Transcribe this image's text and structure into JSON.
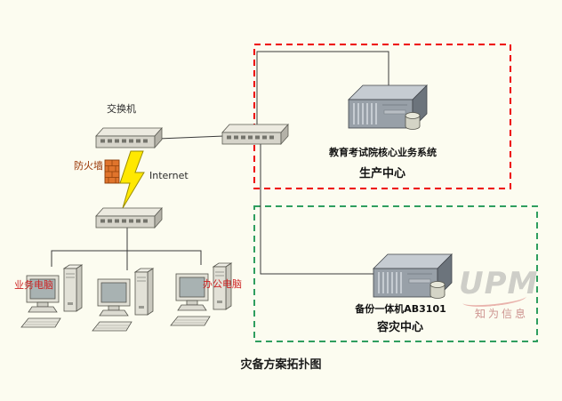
{
  "title": "灾备方案拓扑图",
  "network": {
    "switch_label": "交换机",
    "firewall_label": "防火墙",
    "internet_label": "Internet",
    "pc_business_label": "业务电脑",
    "pc_office_label": "办公电脑"
  },
  "production_zone": {
    "label": "生产中心",
    "server_label": "教育考试院核心业务系统",
    "border_color": "#ee0000"
  },
  "dr_zone": {
    "label": "容灾中心",
    "server_label": "备份一体机AB3101",
    "border_color": "#2f9e5f"
  },
  "watermark": {
    "logo": "UPM",
    "company": "知为信息"
  },
  "icons": [
    "network-switch-icon",
    "firewall-brick-icon",
    "lightning-bolt-icon",
    "desktop-computer-icon",
    "rack-server-icon",
    "disk-cylinder-icon"
  ],
  "colors": {
    "background": "#fcfcf0",
    "connection_line": "#3a3a3a",
    "bolt_fill": "#ffe800",
    "firewall_fill": "#e0742c",
    "red_label": "#cc2222",
    "watermark_gray": "#a0a0a0"
  }
}
